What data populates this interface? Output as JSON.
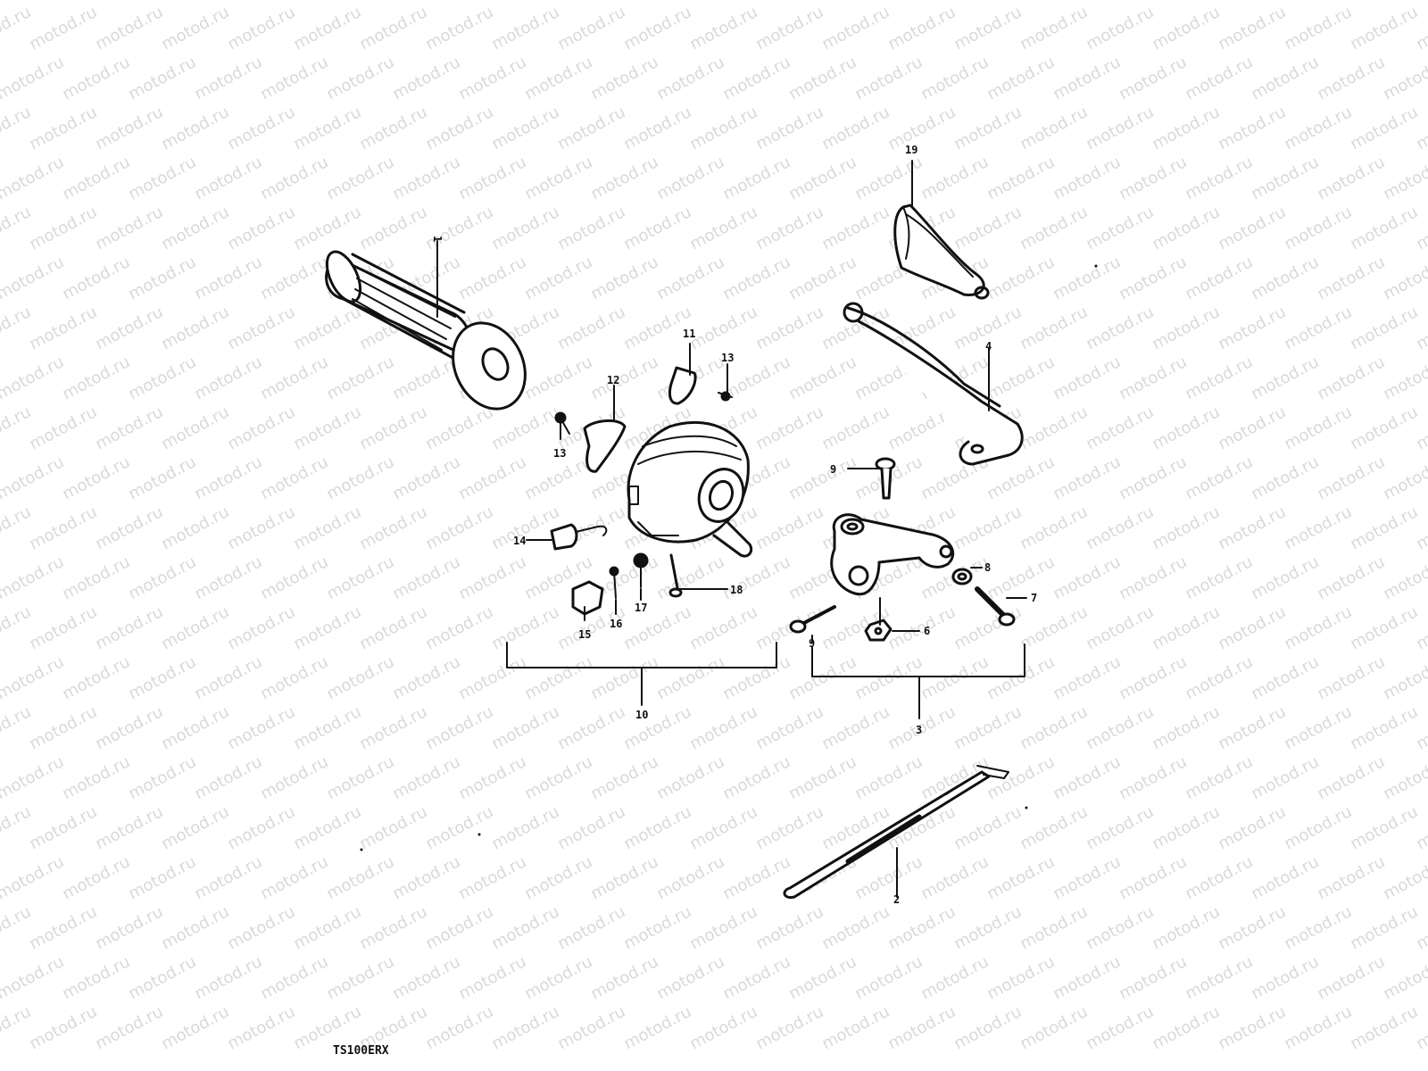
{
  "watermark": "motod.ru",
  "model_code": "TS100ERX",
  "callouts": {
    "p1": "1",
    "p2": "2",
    "p3": "3",
    "p4": "4",
    "p6": "6",
    "p7": "7",
    "p8": "8",
    "p9a": "9",
    "p9b": "9",
    "p10": "10",
    "p11": "11",
    "p12": "12",
    "p13a": "13",
    "p13b": "13",
    "p14": "14",
    "p15": "15",
    "p16": "16",
    "p17": "17",
    "p18": "18",
    "p19": "19"
  },
  "colors": {
    "ink": "#111111",
    "watermark": "#d9d9d9",
    "background": "#ffffff"
  }
}
